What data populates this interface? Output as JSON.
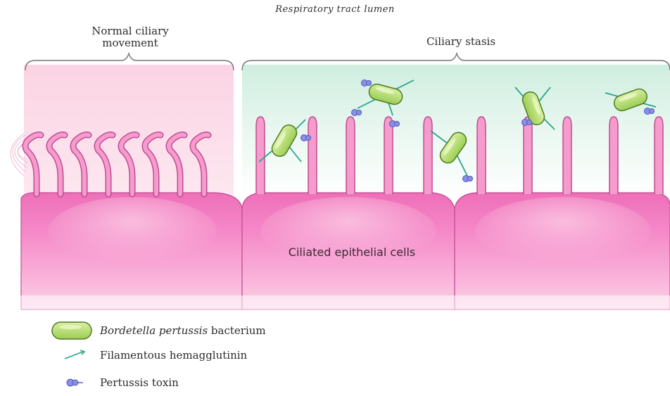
{
  "diagram": {
    "title": "Respiratory tract lumen",
    "left_panel_label_line1": "Normal ciliary",
    "left_panel_label_line2": "movement",
    "right_panel_label": "Ciliary stasis",
    "cells_label": "Ciliated epithelial cells"
  },
  "legend": {
    "bacterium_italic": "Bordetella pertussis",
    "bacterium_rest": " bacterium",
    "hemagglutinin": "Filamentous hemagglutinin",
    "toxin": "Pertussis toxin"
  },
  "colors": {
    "cell_pink": "#f07cc0",
    "lumen_pink": "#fbd7e6",
    "lumen_mint": "#d9f1e6",
    "bacterium_green": "#b4dc6e",
    "filament_teal": "#2aa58a",
    "toxin_purple": "#8a8fe6"
  }
}
